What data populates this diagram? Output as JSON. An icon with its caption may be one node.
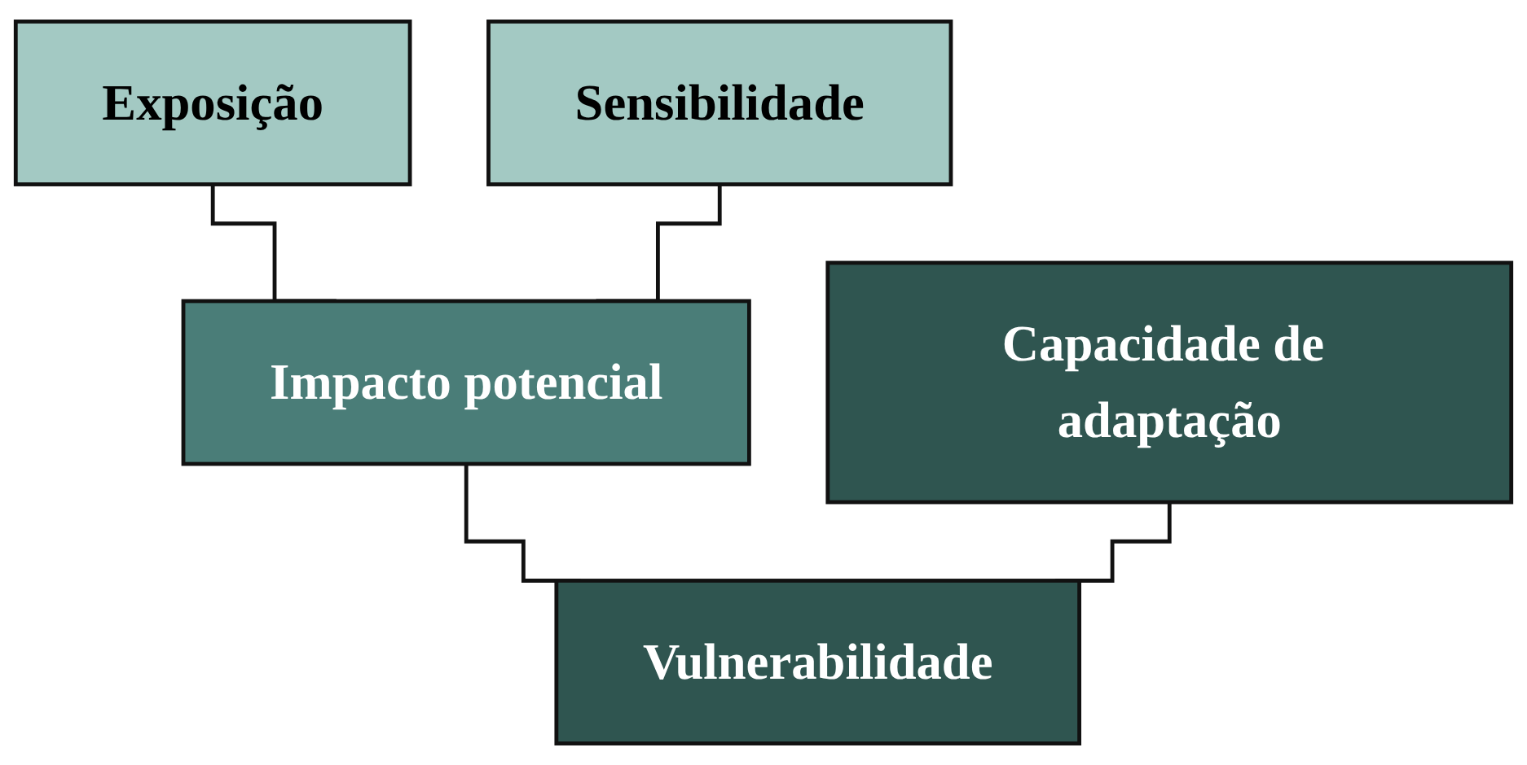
{
  "diagram": {
    "nodes": [
      {
        "text": [
          "Exposição"
        ]
      },
      {
        "text": [
          "Sensibilidade"
        ]
      },
      {
        "text": [
          "Impacto potencial"
        ]
      },
      {
        "text": [
          "Capacidade de adaptação"
        ]
      },
      {
        "text": [
          "Vulnerabilidade"
        ]
      }
    ],
    "edges": [
      {
        "from": 0,
        "to": 2,
        "arrow": "none"
      },
      {
        "from": 1,
        "to": 2,
        "arrow": "none"
      },
      {
        "from": 2,
        "to": 4,
        "arrow": "none"
      },
      {
        "from": 3,
        "to": 4,
        "arrow": "none"
      }
    ]
  }
}
